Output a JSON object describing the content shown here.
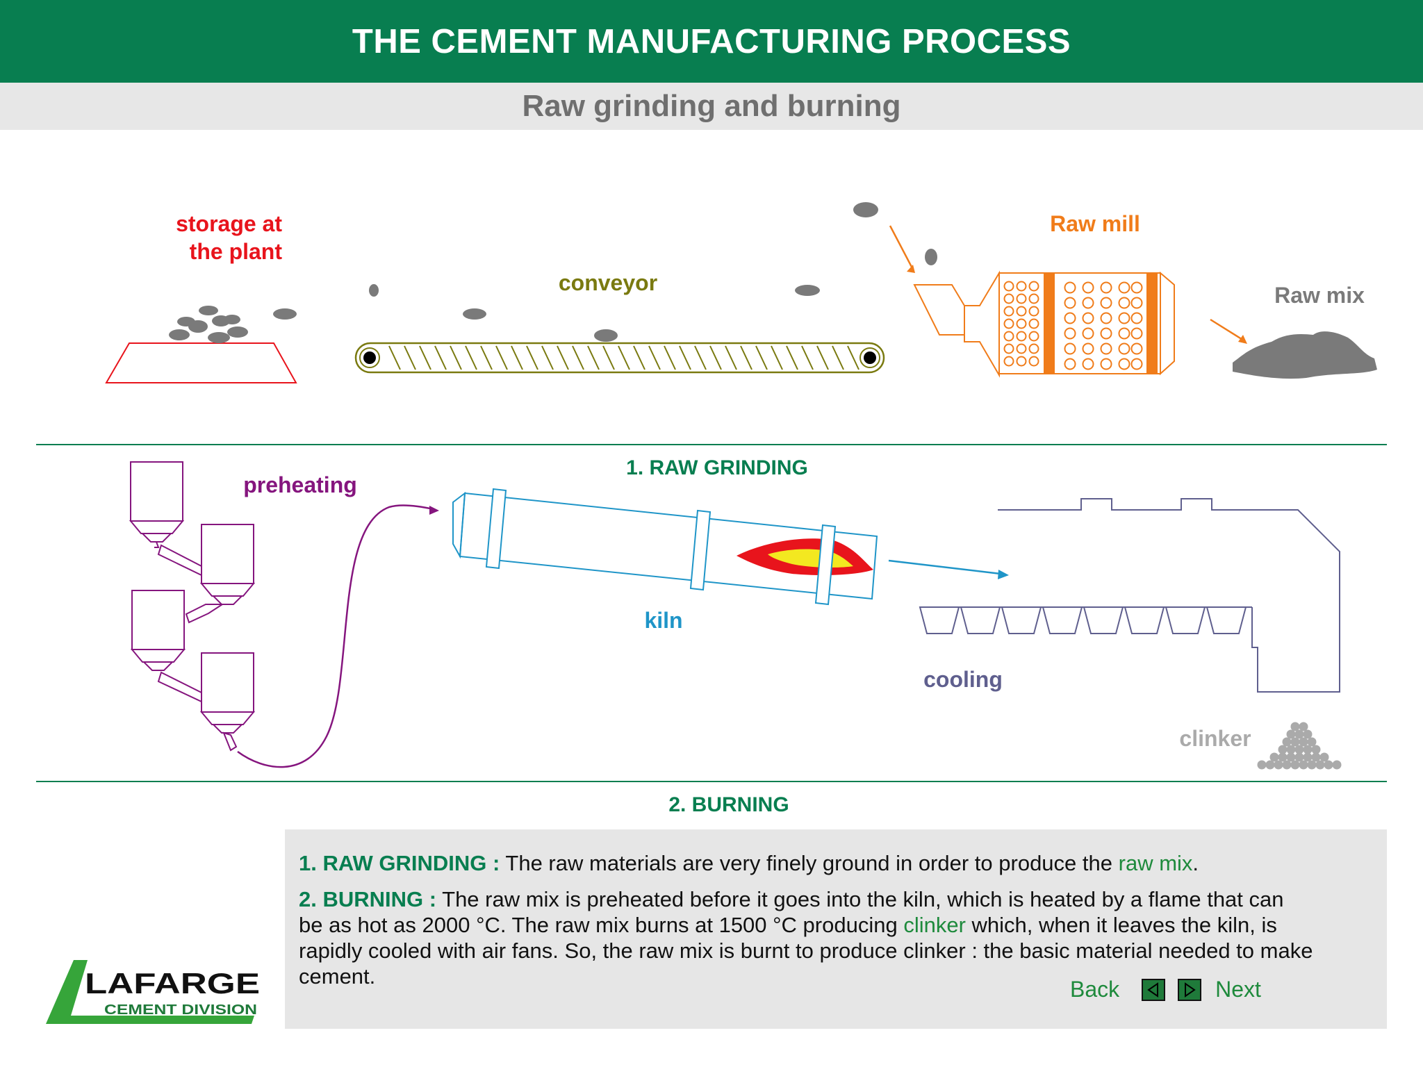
{
  "header": {
    "title": "THE CEMENT MANUFACTURING PROCESS"
  },
  "subheader": {
    "title": "Raw grinding and burning"
  },
  "diagram": {
    "storage_label_line1": "storage at",
    "storage_label_line2": "the plant",
    "conveyor_label": "conveyor",
    "raw_mill_label": "Raw mill",
    "raw_mix_label": "Raw mix",
    "section1_label": "1. RAW GRINDING",
    "preheating_label": "preheating",
    "kiln_label": "kiln",
    "cooling_label": "cooling",
    "clinker_label": "clinker",
    "section2_label": "2. BURNING"
  },
  "info": {
    "p1_lead": "1. RAW GRINDING :",
    "p1_text": "  The raw materials are very finely ground in order to produce the ",
    "p1_highlight": "raw mix",
    "p1_end": ".",
    "p2_lead": "2. BURNING :",
    "p2_text1": " The raw mix is preheated before it goes into the kiln, which is heated by a flame that can be as hot as 2000 °C. The raw mix burns at 1500 °C producing  ",
    "p2_highlight": "clinker",
    "p2_text2": " which, when it leaves the kiln, is rapidly cooled with air fans. So, the raw mix is burnt to produce clinker : the basic material needed to make cement."
  },
  "nav": {
    "back_label": "Back",
    "next_label": "Next"
  },
  "logo": {
    "brand": "LAFARGE",
    "division": "CEMENT DIVISION"
  },
  "colors": {
    "header_green": "#087e50",
    "storage_red": "#e8141c",
    "conveyor_olive": "#7a7a10",
    "mill_orange": "#f07c1a",
    "raw_mix_gray": "#7a7a7a",
    "preheat_purple": "#85157e",
    "kiln_blue": "#1f95c8",
    "cooling_slate": "#5f5f8e",
    "clinker_gray": "#aaaaaa"
  }
}
